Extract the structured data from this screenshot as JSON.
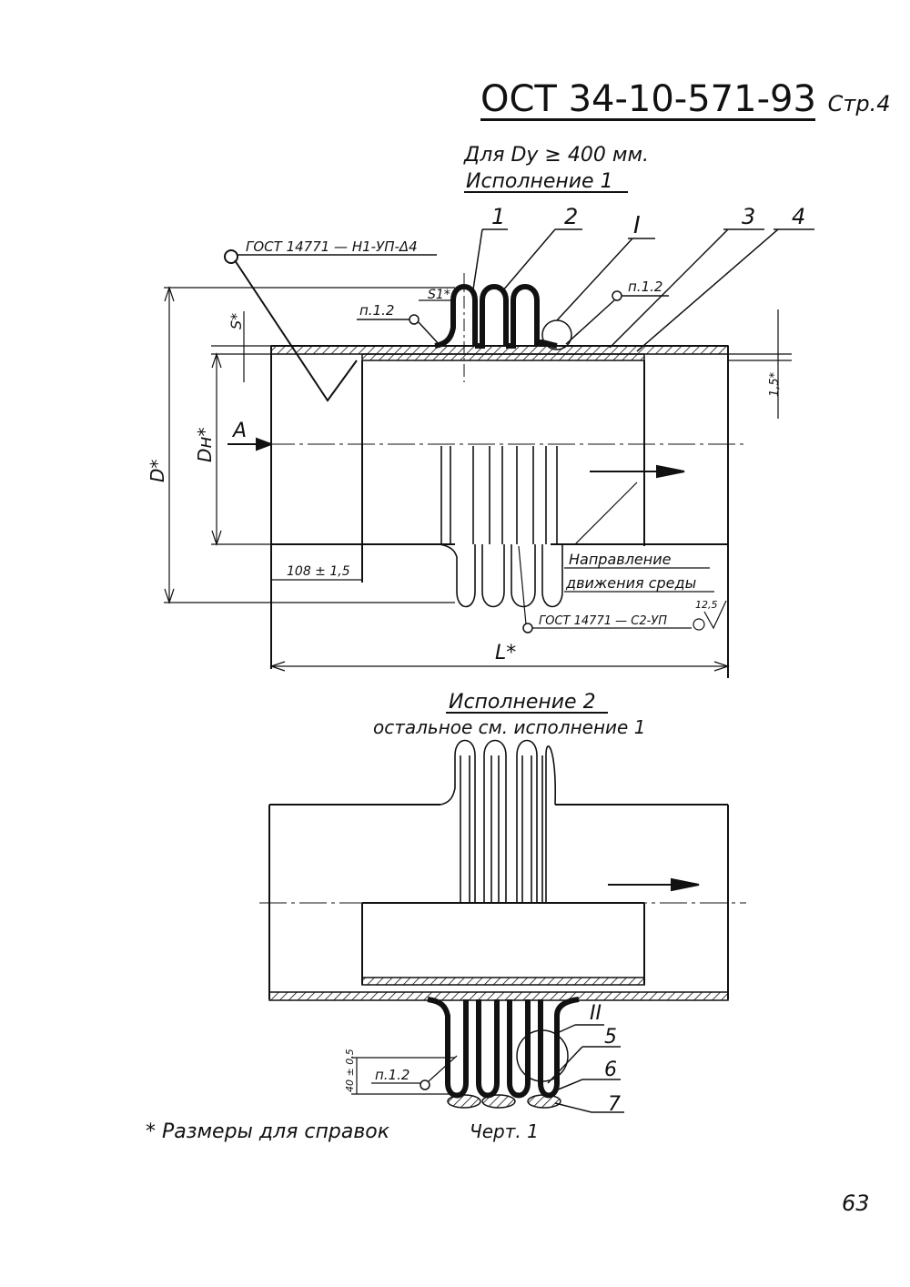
{
  "header": {
    "doc_number": "ОСТ 34-10-571-93",
    "page_label": "Стр.4"
  },
  "subtitle": {
    "condition": "Для Dу ≥ 400 мм.",
    "variant1_title": "Исполнение 1",
    "variant2_title": "Исполнение 2",
    "variant2_note": "остальное см. исполнение 1"
  },
  "callouts": {
    "pos1": "1",
    "pos2": "2",
    "pos3": "3",
    "pos4": "4",
    "pos5": "5",
    "pos6": "6",
    "pos7": "7",
    "view_I": "I",
    "view_II": "II",
    "arrow_A": "A"
  },
  "weld_notes": {
    "gost_top": "ГОСТ 14771 — Н1-УП-Δ4",
    "gost_bottom": "ГОСТ 14771 — С2-УП",
    "ref_p12_a": "п.1.2",
    "ref_p12_b": "п.1.2",
    "ref_p12_c": "п.1.2",
    "roughness": "12,5"
  },
  "dimensions": {
    "s_star": "S*",
    "s1_star": "S1*",
    "dn_star": "Dн*",
    "d_star": "D*",
    "l_star": "L*",
    "len_108": "108 ± 1,5",
    "thk_15": "1,5*",
    "dim_40": "40 ± 0,5"
  },
  "flow_label": {
    "line1": "Направление",
    "line2": "движения среды"
  },
  "footer": {
    "note": "* Размеры для справок",
    "figure": "Черт. 1",
    "page_number": "63"
  }
}
